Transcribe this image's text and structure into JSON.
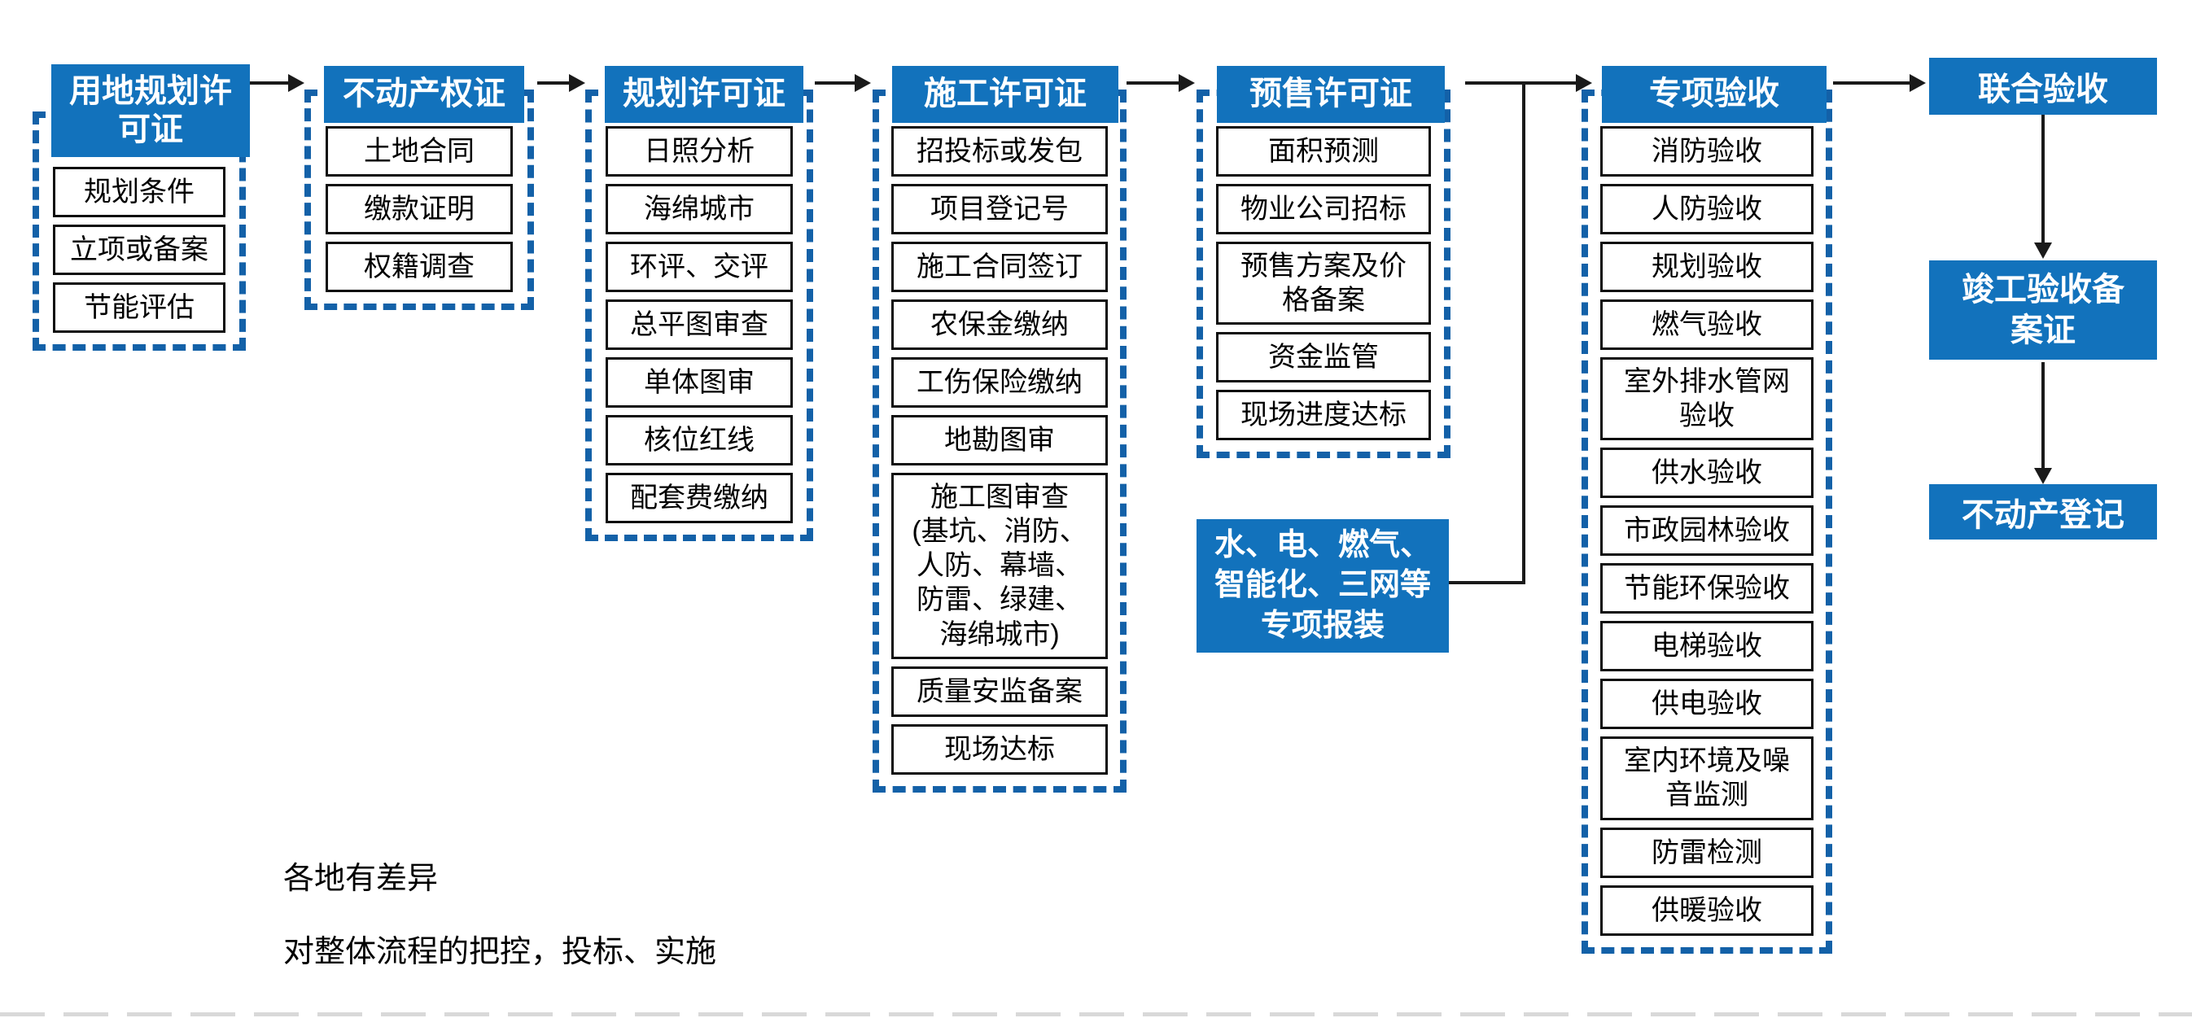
{
  "flow": {
    "columns": [
      {
        "title": "用地规划许\n可证",
        "items": [
          "规划条件",
          "立项或备案",
          "节能评估"
        ]
      },
      {
        "title": "不动产权证",
        "items": [
          "土地合同",
          "缴款证明",
          "权籍调查"
        ]
      },
      {
        "title": "规划许可证",
        "items": [
          "日照分析",
          "海绵城市",
          "环评、交评",
          "总平图审查",
          "单体图审",
          "核位红线",
          "配套费缴纳"
        ]
      },
      {
        "title": "施工许可证",
        "items": [
          "招投标或发包",
          "项目登记号",
          "施工合同签订",
          "农保金缴纳",
          "工伤保险缴纳",
          "地勘图审",
          "施工图审查\n(基坑、消防、\n人防、幕墙、\n防雷、绿建、\n海绵城市)",
          "质量安监备案",
          "现场达标"
        ]
      },
      {
        "title": "预售许可证",
        "items": [
          "面积预测",
          "物业公司招标",
          "预售方案及价\n格备案",
          "资金监管",
          "现场进度达标"
        ]
      },
      {
        "title": "专项验收",
        "items": [
          "消防验收",
          "人防验收",
          "规划验收",
          "燃气验收",
          "室外排水管网\n验收",
          "供水验收",
          "市政园林验收",
          "节能环保验收",
          "电梯验收",
          "供电验收",
          "室内环境及噪\n音监测",
          "防雷检测",
          "供暖验收"
        ]
      }
    ],
    "utility_box": "水、电、燃气、\n智能化、三网等\n专项报装",
    "final_steps": [
      "联合验收",
      "竣工验收备\n案证",
      "不动产登记"
    ],
    "notes": [
      "各地有差异",
      "对整体流程的把控，投标、实施"
    ]
  },
  "colors": {
    "header_blue": "#1272BC",
    "dash_blue": "#1361A8",
    "item_border": "#0d0d0d",
    "arrow_black": "#1a1a1a",
    "bottom_rule_grey": "#d9d9d9"
  }
}
